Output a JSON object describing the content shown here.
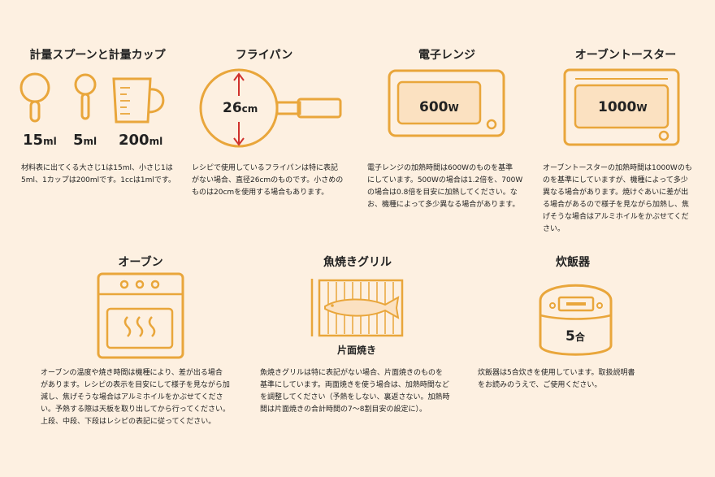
{
  "colors": {
    "accent": "#e9a63b",
    "arrow": "#d0322d",
    "background": "#fdf0e1",
    "window": "#fbe1c1"
  },
  "measure": {
    "title": "計量スプーンと計量カップ",
    "labels": [
      {
        "num": "15",
        "unit": "ml"
      },
      {
        "num": "5",
        "unit": "ml"
      },
      {
        "num": "200",
        "unit": "ml"
      }
    ],
    "desc": "材料表に出てくる大さじ1は15ml、小さじ1は\n5ml、1カップは200mlです。1ccは1mlです。"
  },
  "pan": {
    "title": "フライパン",
    "size_num": "26",
    "size_unit": "cm",
    "desc": "レシピで使用しているフライパンは特に表記\nがない場合、直径26cmのものです。小さめの\nものは20cmを使用する場合もあります。"
  },
  "microwave": {
    "title": "電子レンジ",
    "watt": "600",
    "watt_unit": "W",
    "desc": "電子レンジの加熱時間は600Wのものを基準\nにしています。500Wの場合は1.2倍を、700W\nの場合は0.8倍を目安に加熱してください。な\nお、機種によって多少異なる場合があります。"
  },
  "toaster": {
    "title": "オーブントースター",
    "watt": "1000",
    "watt_unit": "W",
    "desc": "オーブントースターの加熱時間は1000Wのも\nのを基準にしていますが、機種によって多少\n異なる場合があります。焼けぐあいに差が出\nる場合があるので様子を見ながら加熱し、焦\nげそうな場合はアルミホイルをかぶせてくだ\nさい。"
  },
  "oven": {
    "title": "オーブン",
    "desc": "オーブンの温度や焼き時間は機種により、差が出る場合\nがあります。レシピの表示を目安にして様子を見ながら加\n減し、焦げそうな場合はアルミホイルをかぶせてくださ\nい。予熱する際は天板を取り出してから行ってください。\n上段、中段、下段はレシピの表記に従ってください。"
  },
  "grill": {
    "title": "魚焼きグリル",
    "label": "片面焼き",
    "desc": "魚焼きグリルは特に表記がない場合、片面焼きのものを\n基準にしています。両面焼きを使う場合は、加熱時間など\nを調整してください（予熱をしない、裏返さない。加熱時\n間は片面焼きの合計時間の7〜8割目安の設定に）。"
  },
  "cooker": {
    "title": "炊飯器",
    "cups_num": "5",
    "cups_unit": "合",
    "desc": "炊飯器は5合炊きを使用しています。取扱説明書\nをお読みのうえで、ご使用ください。"
  }
}
